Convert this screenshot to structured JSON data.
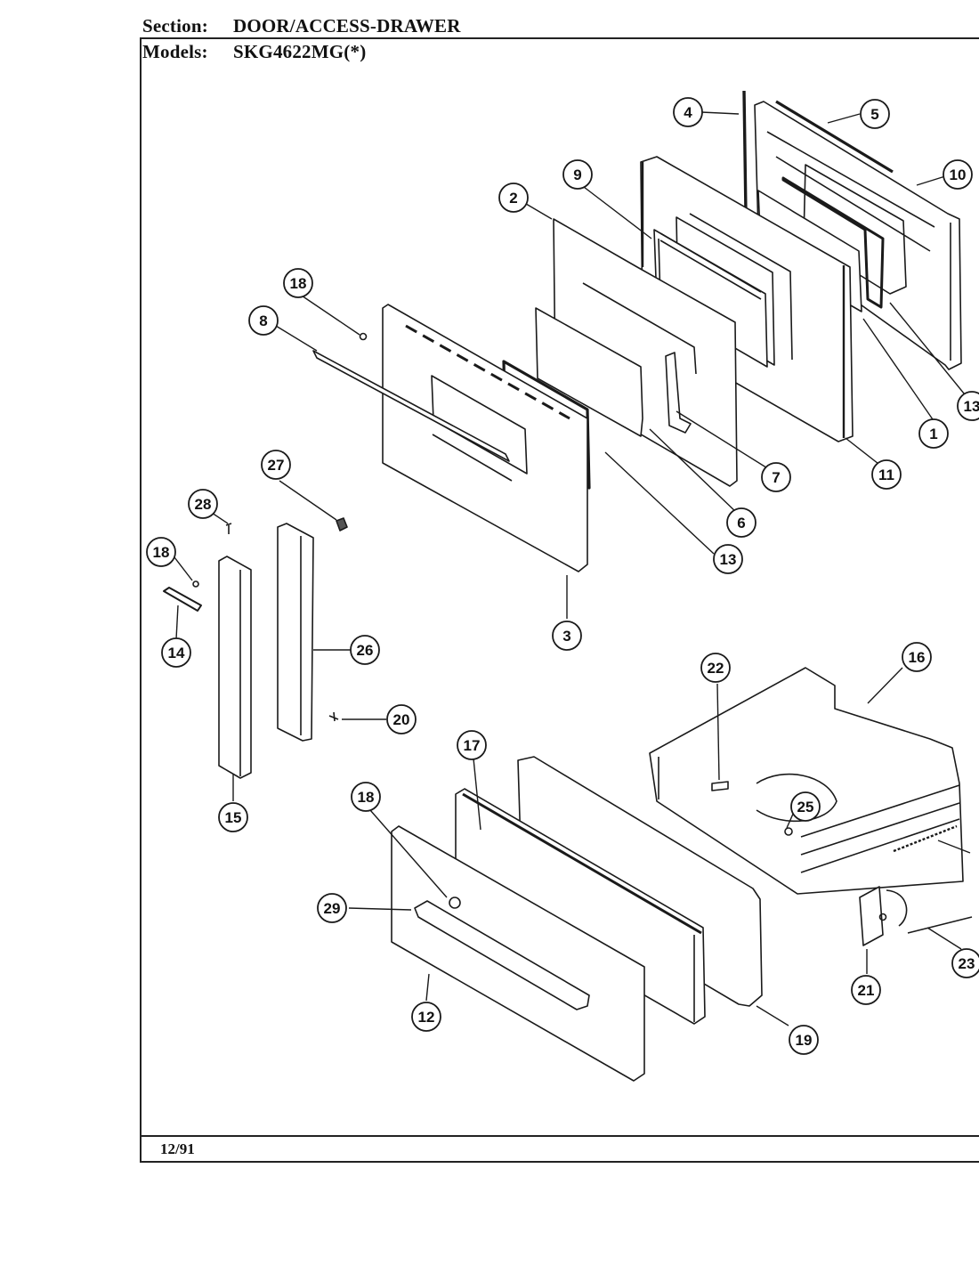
{
  "header": {
    "section_label": "Section:",
    "section_value": "DOOR/ACCESS-DRAWER",
    "models_label": "Models:",
    "models_value": "SKG4622MG(*)"
  },
  "footer": {
    "date": "12/91"
  },
  "callouts": [
    "1",
    "2",
    "3",
    "4",
    "5",
    "6",
    "7",
    "8",
    "9",
    "10",
    "11",
    "12",
    "13",
    "13",
    "14",
    "15",
    "16",
    "17",
    "18",
    "18",
    "18",
    "19",
    "20",
    "21",
    "22",
    "23",
    "25",
    "26",
    "27",
    "28",
    "29"
  ],
  "colors": {
    "line": "#1a1a1a",
    "background": "#ffffff"
  }
}
